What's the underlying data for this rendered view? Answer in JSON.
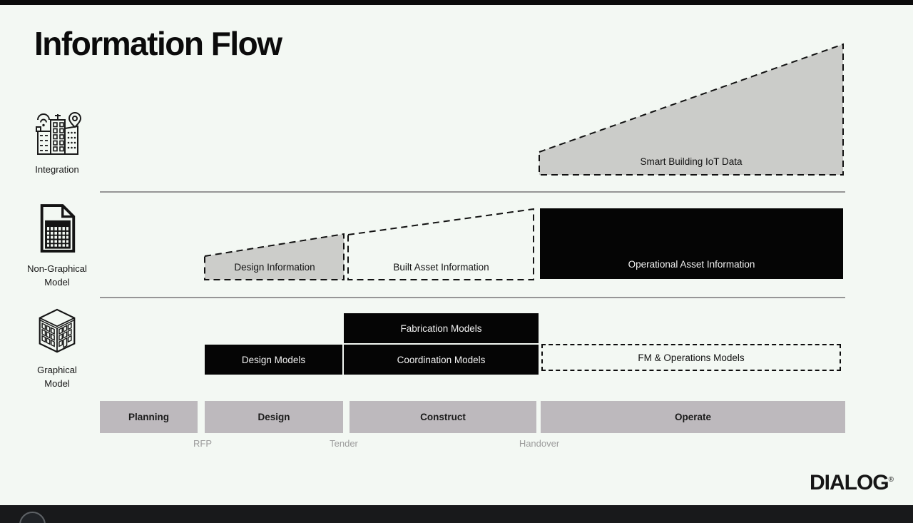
{
  "title": "Information Flow",
  "left_rail": {
    "integration": {
      "icon": "smart-buildings-icon",
      "label": "Integration"
    },
    "non_graphical": {
      "icon": "spreadsheet-document-icon",
      "label_line1": "Non-Graphical",
      "label_line2": "Model"
    },
    "graphical": {
      "icon": "isometric-building-icon",
      "label_line1": "Graphical",
      "label_line2": "Model"
    }
  },
  "integration_row": {
    "smart_building_iot": "Smart Building IoT Data"
  },
  "non_graphical_row": {
    "design_information": "Design Information",
    "built_asset_information": "Built Asset Information",
    "operational_asset_information": "Operational Asset Information"
  },
  "graphical_row": {
    "fabrication_models": "Fabrication Models",
    "design_models": "Design Models",
    "coordination_models": "Coordination Models",
    "fm_operations_models": "FM & Operations Models"
  },
  "phases": [
    {
      "label": "Planning"
    },
    {
      "label": "Design"
    },
    {
      "label": "Construct"
    },
    {
      "label": "Operate"
    }
  ],
  "milestones": [
    {
      "label": "RFP"
    },
    {
      "label": "Tender"
    },
    {
      "label": "Handover"
    }
  ],
  "logo": {
    "text": "DIALOG",
    "mark": "®"
  },
  "colors": {
    "background": "#f3f8f3",
    "shape_gray_fill": "#cbccc9",
    "shape_black_fill": "#050505",
    "phase_bar_fill": "#bdb9bd",
    "milestone_text": "#9c9c9c",
    "divider_line": "#969696",
    "bottom_bar": "#18191b"
  }
}
